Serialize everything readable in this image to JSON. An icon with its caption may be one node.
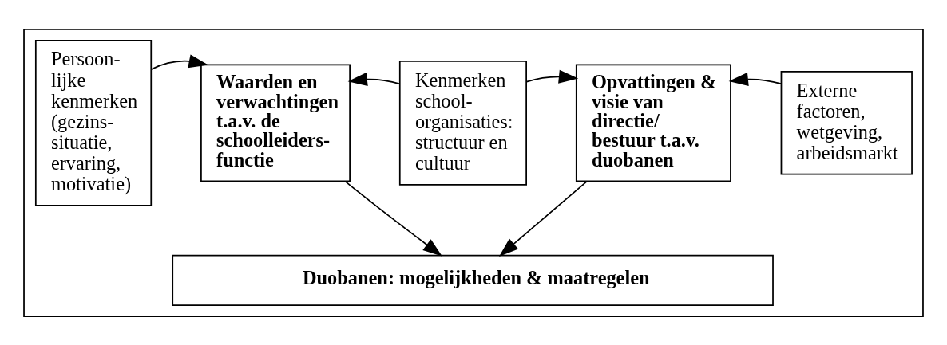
{
  "diagram": {
    "nodes": [
      {
        "text": [],
        "shape": "box"
      },
      {
        "text": [
          "Persoon- lijke kenmerken (gezins- situatie, ervaring, motivatie)"
        ],
        "in": 0
      },
      {
        "text": [
          "Waarden en verwachtingen t.a.v. de schoolleiders- functie"
        ],
        "in": 0
      },
      {
        "text": [
          "Kenmerken school- organisaties: structuur en cultuur"
        ],
        "in": 0
      },
      {
        "text": [
          "Opvattingen & visie van directie/ bestuur t.a.v. duobanen"
        ],
        "in": 0
      },
      {
        "text": [
          "Externe factoren, wetgeving, arbeidsmarkt"
        ],
        "in": 0
      },
      {
        "text": [
          "Duobanen: mogelijkheden & maatregelen"
        ],
        "in": 0
      }
    ],
    "edges": [
      {
        "from": 1,
        "to": 2,
        "arrow": "to"
      },
      {
        "from": 3,
        "to": 2,
        "arrow": "to"
      },
      {
        "from": 3,
        "to": 4,
        "arrow": "to"
      },
      {
        "from": 5,
        "to": 4,
        "arrow": "to"
      },
      {
        "from": 2,
        "to": 6,
        "arrow": "to"
      },
      {
        "from": 4,
        "to": 6,
        "arrow": "to"
      }
    ]
  }
}
